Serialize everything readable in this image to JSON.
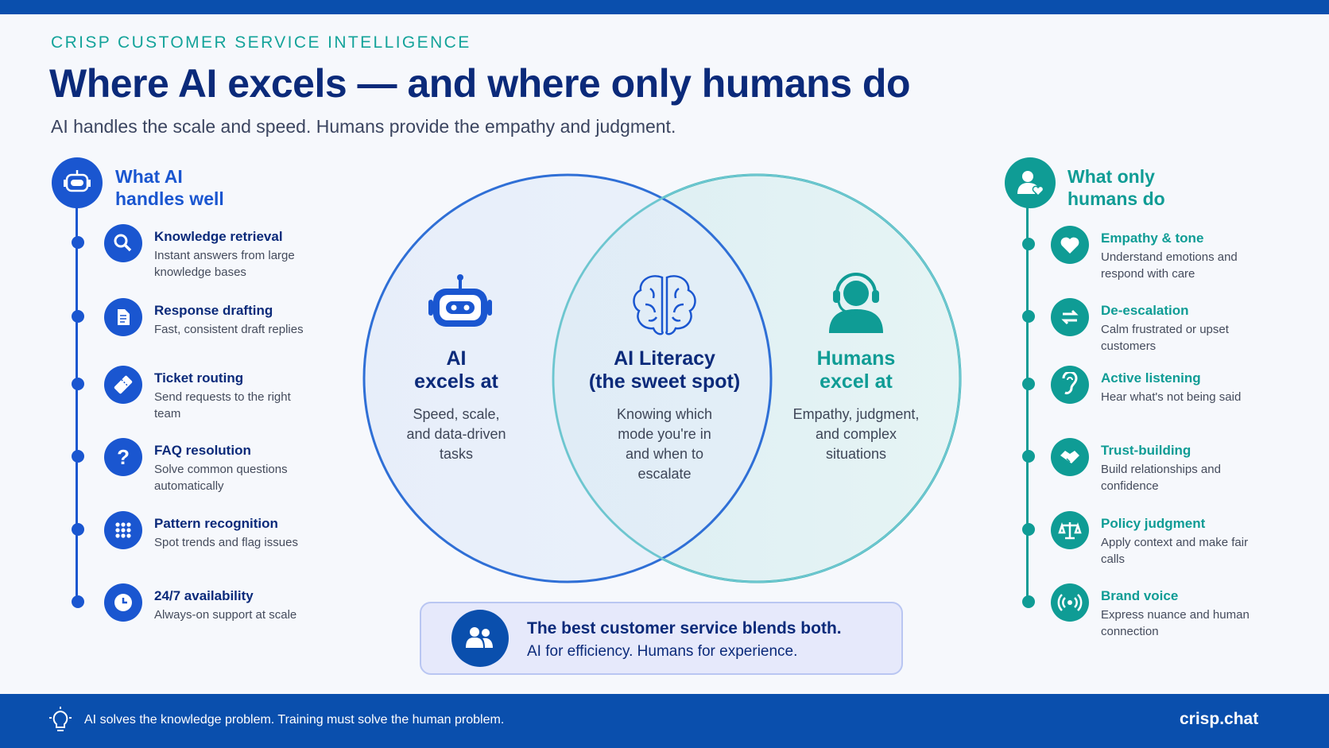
{
  "header": {
    "tagline": "CRISP CUSTOMER SERVICE INTELLIGENCE",
    "title": "Where AI excels — and where only humans do",
    "subtitle": "AI handles the scale and speed. Humans provide the empathy and judgment."
  },
  "left": {
    "heading": [
      "What AI",
      "handles well"
    ],
    "icon": "robot-icon",
    "color": "#1a56d0",
    "items": [
      {
        "title": "Knowledge retrieval",
        "desc": "Instant answers from large knowledge bases",
        "icon": "search-icon"
      },
      {
        "title": "Response drafting",
        "desc": "Fast, consistent draft replies",
        "icon": "document-icon"
      },
      {
        "title": "Ticket routing",
        "desc": "Send requests to the right team",
        "icon": "ticket-icon"
      },
      {
        "title": "FAQ resolution",
        "desc": "Solve common questions automatically",
        "icon": "question-icon"
      },
      {
        "title": "Pattern recognition",
        "desc": "Spot trends and flag issues",
        "icon": "grid-icon"
      },
      {
        "title": "24/7 availability",
        "desc": "Always-on support at scale",
        "icon": "clock-icon"
      }
    ]
  },
  "right": {
    "heading": [
      "What only",
      "humans do"
    ],
    "icon": "person-heart-icon",
    "color": "#0f9c95",
    "items": [
      {
        "title": "Empathy & tone",
        "desc": "Understand emotions and respond with care",
        "icon": "heart-icon"
      },
      {
        "title": "De-escalation",
        "desc": "Calm frustrated or upset customers",
        "icon": "arrows-icon"
      },
      {
        "title": "Active listening",
        "desc": "Hear what's not being said",
        "icon": "ear-icon"
      },
      {
        "title": "Trust-building",
        "desc": "Build relationships and confidence",
        "icon": "handshake-icon"
      },
      {
        "title": "Policy judgment",
        "desc": "Apply context and make fair calls",
        "icon": "scale-icon"
      },
      {
        "title": "Brand voice",
        "desc": "Express nuance and human connection",
        "icon": "broadcast-icon"
      }
    ]
  },
  "venn": {
    "ai": {
      "title": [
        "AI",
        "excels at"
      ],
      "desc": [
        "Speed, scale,",
        "and data-driven",
        "tasks"
      ]
    },
    "center": {
      "title": [
        "AI Literacy",
        "(the sweet spot)"
      ],
      "desc": [
        "Knowing which",
        "mode you're in",
        "and when to",
        "escalate"
      ]
    },
    "humans": {
      "title": [
        "Humans",
        "excel at"
      ],
      "desc": [
        "Empathy, judgment,",
        "and complex",
        "situations"
      ]
    }
  },
  "callout": {
    "title": "The best customer service blends both.",
    "sub": "AI for efficiency. Humans for experience."
  },
  "footer": {
    "text": "AI solves the knowledge problem. Training must solve the human problem.",
    "brand": "crisp.chat"
  }
}
